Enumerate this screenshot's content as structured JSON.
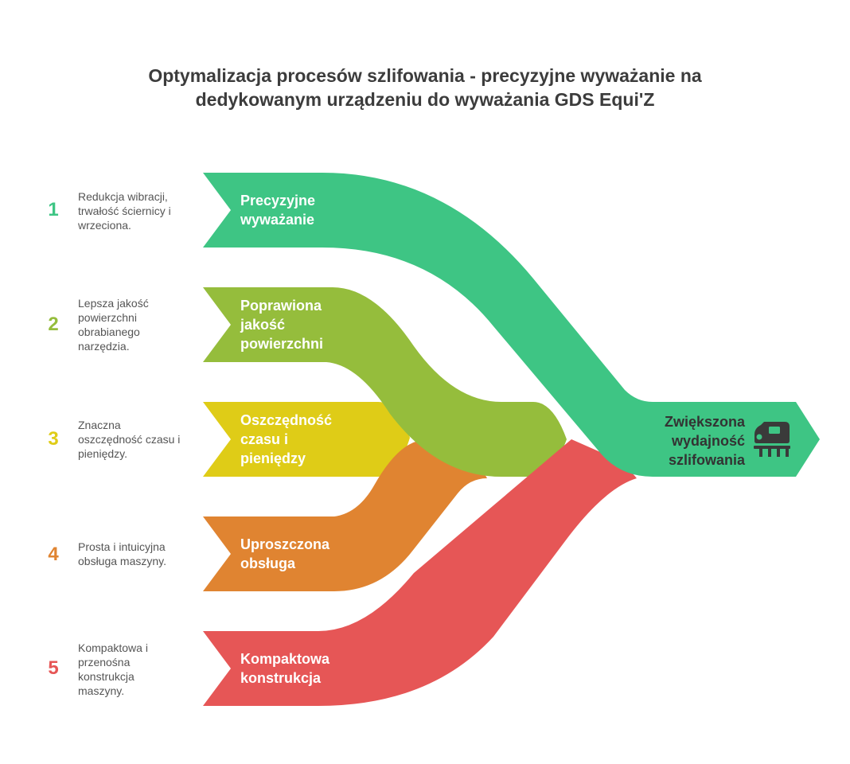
{
  "title": {
    "line1": "Optymalizacja procesów szlifowania - precyzyjne wyważanie na",
    "line2": "dedykowanym urządzeniu do wyważania GDS Equi'Z"
  },
  "items": [
    {
      "number": "1",
      "color": "#3ec584",
      "label": [
        "Precyzyjne",
        "wyważanie"
      ],
      "description": [
        "Redukcja wibracji,",
        "trwałość ściernicy i",
        "wrzeciona."
      ]
    },
    {
      "number": "2",
      "color": "#95bd3c",
      "label": [
        "Poprawiona",
        "jakość",
        "powierzchni"
      ],
      "description": [
        "Lepsza jakość",
        "powierzchni",
        "obrabianego",
        "narzędzia."
      ]
    },
    {
      "number": "3",
      "color": "#dfcc17",
      "label": [
        "Oszczędność",
        "czasu i",
        "pieniędzy"
      ],
      "description": [
        "Znaczna",
        "oszczędność czasu i",
        "pieniędzy."
      ]
    },
    {
      "number": "4",
      "color": "#e08431",
      "label": [
        "Uproszczona",
        "obsługa"
      ],
      "description": [
        "Prosta i intuicyjna",
        "obsługa maszyny."
      ]
    },
    {
      "number": "5",
      "color": "#e65656",
      "label": [
        "Kompaktowa",
        "konstrukcja"
      ],
      "description": [
        "Kompaktowa i",
        "przenośna",
        "konstrukcja",
        "maszyny."
      ]
    }
  ],
  "target": {
    "label": [
      "Zwiększona",
      "wydajność",
      "szlifowania"
    ],
    "color": "#3ec584",
    "icon": "grinding-machine-icon"
  }
}
